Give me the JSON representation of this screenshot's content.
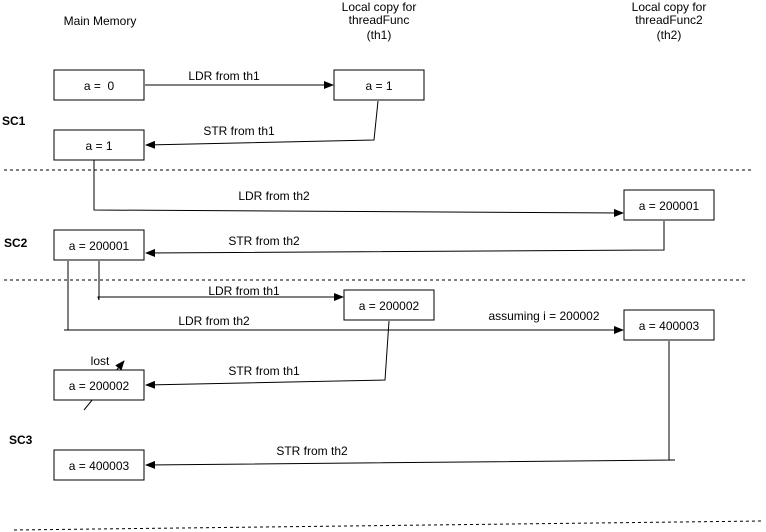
{
  "headers": {
    "main_memory": "Main Memory",
    "th1": [
      "Local copy for",
      "threadFunc",
      "(th1)"
    ],
    "th2": [
      "Local copy for",
      "threadFunc2",
      "(th2)"
    ]
  },
  "sections": {
    "sc1": "SC1",
    "sc2": "SC2",
    "sc3": "SC3"
  },
  "boxes": {
    "mm1": "a =  0",
    "th1_1": "a = 1",
    "mm2": "a = 1",
    "th2_1": "a = 200001",
    "mm3": "a = 200001",
    "th1_2": "a = 200002",
    "th2_2": "a = 400003",
    "mm4": "a = 200002",
    "mm5": "a = 400003"
  },
  "labels": {
    "ldr_th1_1": "LDR from th1",
    "str_th1_1": "STR from th1",
    "ldr_th2_1": "LDR from th2",
    "str_th2_1": "STR from th2",
    "ldr_th1_2": "LDR from th1",
    "ldr_th2_2": "LDR from th2",
    "assuming": "assuming i = 200002",
    "str_th1_2": "STR from th1",
    "lost": "lost",
    "str_th2_2": "STR from th2"
  }
}
